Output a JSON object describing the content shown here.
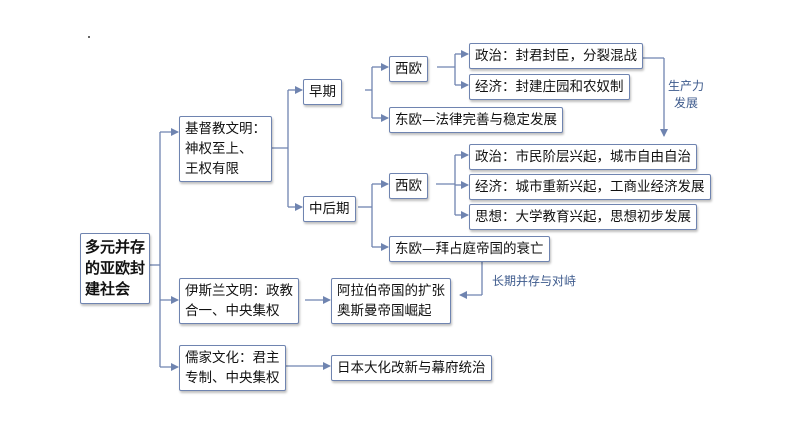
{
  "root": {
    "line1": "多元并存",
    "line2": "的亚欧封",
    "line3": "建社会"
  },
  "civilizations": {
    "christian": {
      "line1": "基督教文明：",
      "line2": "神权至上、",
      "line3": "王权有限"
    },
    "islamic": {
      "line1": "伊斯兰文明：政教",
      "line2": "合一、中央集权"
    },
    "confucian": {
      "line1": "儒家文化：君主",
      "line2": "专制、中央集权"
    }
  },
  "periods": {
    "early": "早期",
    "later": "中后期"
  },
  "west_europe_early": "西欧",
  "west_europe_later": "西欧",
  "early_items": [
    "政治：封君封臣，分裂混战",
    "经济：封建庄园和农奴制"
  ],
  "east_europe_early": "东欧—法律完善与稳定发展",
  "later_items": [
    "政治：市民阶层兴起，城市自由自治",
    "经济：城市重新兴起，工商业经济发展",
    "思想：大学教育兴起，思想初步发展"
  ],
  "east_europe_later": "东欧—拜占庭帝国的衰亡",
  "islamic_outcome": {
    "line1": "阿拉伯帝国的扩张",
    "line2": "奥斯曼帝国崛起"
  },
  "confucian_outcome": "日本大化改新与幕府统治",
  "annotations": {
    "productivity": {
      "line1": "生产力",
      "line2": "发展"
    },
    "coexist": "长期并存与对峙"
  },
  "colors": {
    "connector": "#6f84b0",
    "annotation": "#3d5a8c",
    "box_border": "#6f84b0"
  }
}
